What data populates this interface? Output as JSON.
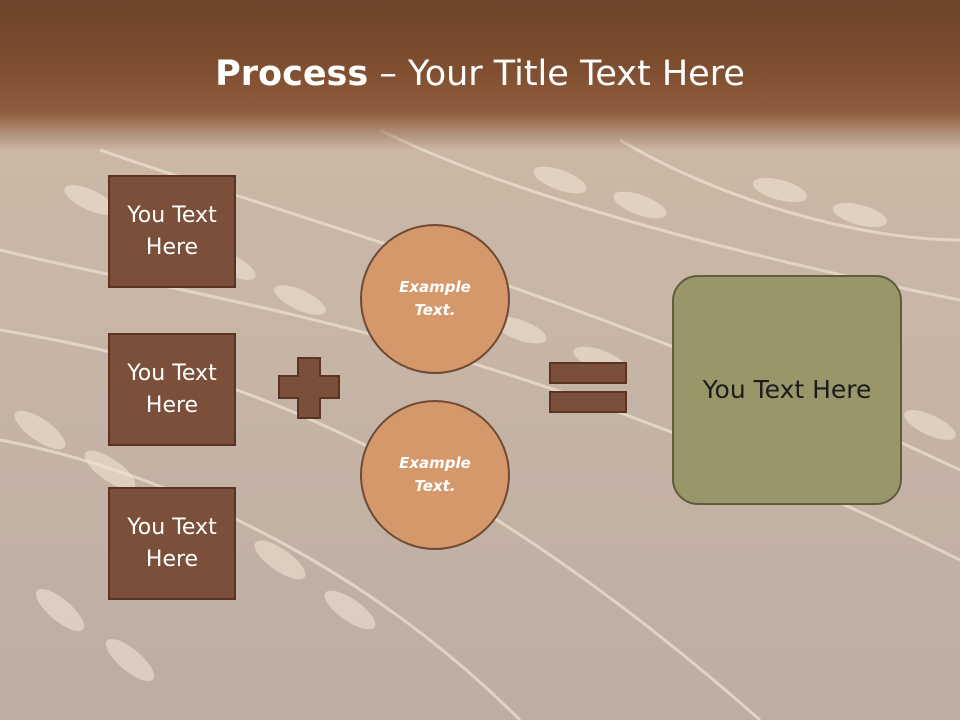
{
  "slide": {
    "title_bold": "Process",
    "title_rest": " – Your Title Text Here",
    "boxes": [
      "You Text Here",
      "You Text Here",
      "You Text Here"
    ],
    "circles": [
      "Example Text.",
      "Example Text."
    ],
    "result": "You Text Here"
  },
  "colors": {
    "header": "#7f4e30",
    "box_fill": "#7b4f3a",
    "circle_fill": "#d4986a",
    "result_fill": "#999769"
  }
}
